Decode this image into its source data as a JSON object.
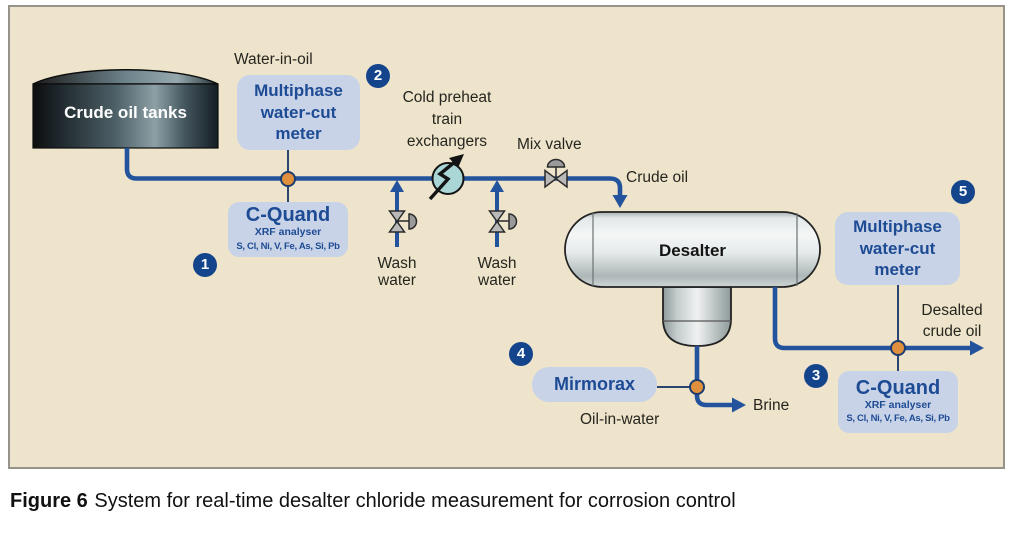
{
  "colors": {
    "panel_background": "#EDE4CB",
    "panel_border": "#96938A",
    "pipe_blue": "#24539E",
    "instrument_line": "#2B4470",
    "junction_orange": "#E0903C",
    "box_fill": "#C9D3E8",
    "box_text": "#1D4B94",
    "badge_fill": "#14448C",
    "exchanger_teal": "#ABD6D6"
  },
  "equipment": {
    "tank_label": "Crude oil tanks",
    "desalter_label": "Desalter"
  },
  "stream_labels": {
    "water_in_oil": "Water-in-oil",
    "cold_preheat_exchangers": "Cold preheat train exchangers",
    "mix_valve": "Mix valve",
    "crude_oil": "Crude oil",
    "wash_water_left": "Wash water",
    "wash_water_right": "Wash water",
    "desalted_crude_oil": "Desalted crude oil",
    "brine": "Brine",
    "oil_in_water": "Oil-in-water"
  },
  "instruments": {
    "meter_inlet": {
      "badge": "2",
      "title": "Multiphase water-cut meter"
    },
    "cquand_inlet": {
      "badge": "1",
      "title": "C-Quand",
      "subtitle": "XRF analyser",
      "elements": "S, Cl, Ni, V, Fe, As, Si, Pb"
    },
    "cquand_outlet": {
      "badge": "3",
      "title": "C-Quand",
      "subtitle": "XRF analyser",
      "elements": "S, Cl, Ni, V, Fe, As, Si, Pb"
    },
    "oil_in_water_analyser": {
      "badge": "4",
      "title": "Mirmorax"
    },
    "meter_outlet": {
      "badge": "5",
      "title": "Multiphase water-cut meter"
    }
  },
  "caption": {
    "figure_label": "Figure 6",
    "text": "System for real-time desalter chloride measurement for corrosion control"
  }
}
